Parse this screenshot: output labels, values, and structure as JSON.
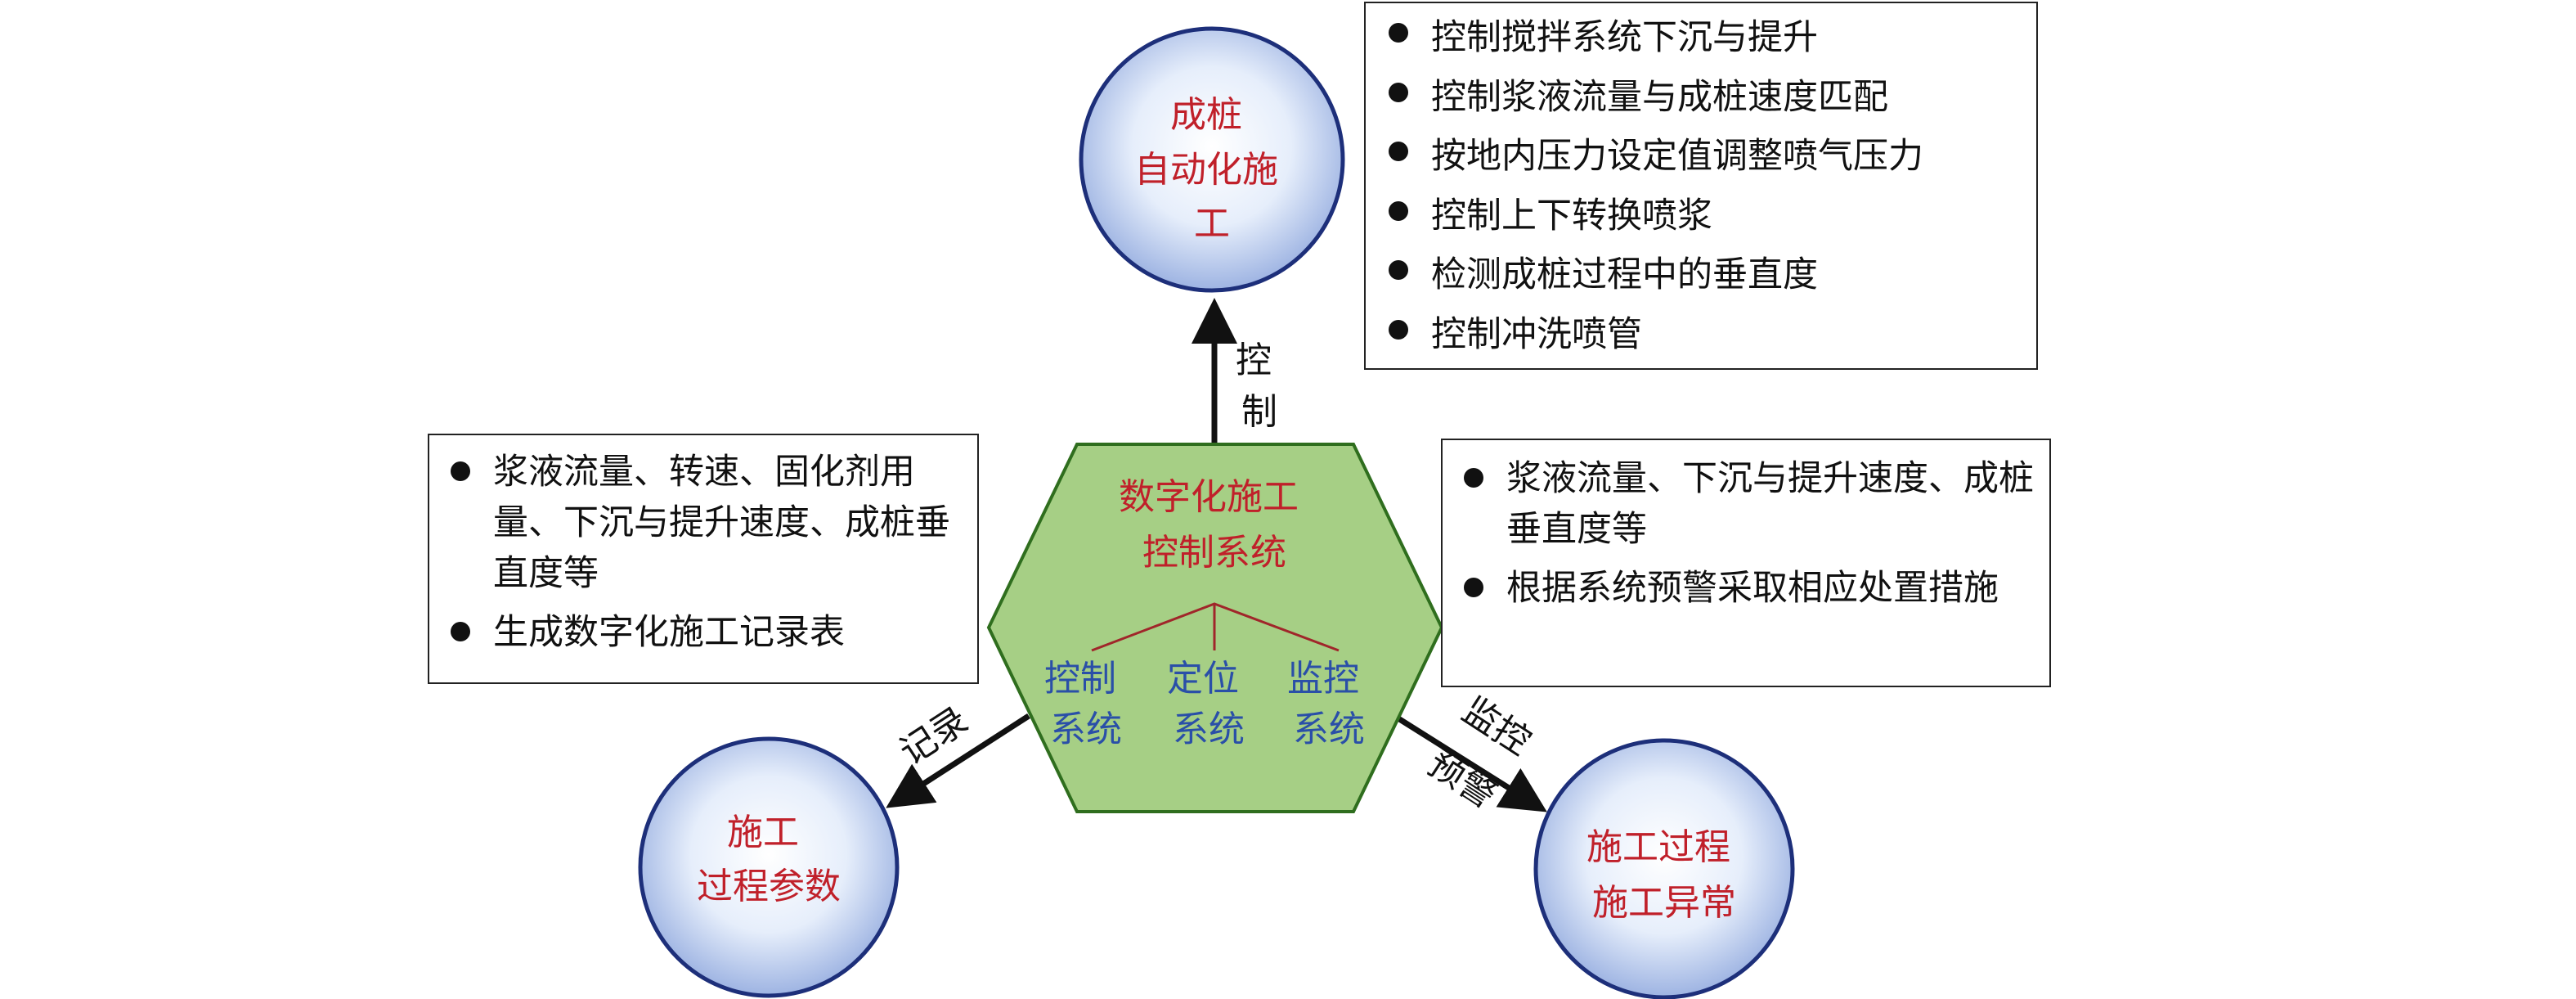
{
  "hub": {
    "title_lines": [
      "数字化施工",
      "控制系统"
    ],
    "subsystems": [
      {
        "lines": [
          "控制",
          "系统"
        ]
      },
      {
        "lines": [
          "定位",
          "系统"
        ]
      },
      {
        "lines": [
          "监控",
          "系统"
        ]
      }
    ]
  },
  "nodes": {
    "top": {
      "lines": [
        "成桩",
        "自动化施",
        "工"
      ]
    },
    "bottom_left": {
      "lines": [
        "施工",
        "过程参数"
      ]
    },
    "bottom_right": {
      "lines": [
        "施工过程",
        "施工异常"
      ]
    }
  },
  "edge_labels": {
    "top": [
      "控",
      "制"
    ],
    "bottom_left": "记录",
    "bottom_right": [
      "监控",
      "预警"
    ]
  },
  "boxes": {
    "top": {
      "items": [
        "控制搅拌系统下沉与提升",
        "控制浆液流量与成桩速度匹配",
        "按地内压力设定值调整喷气压力",
        "控制上下转换喷浆",
        "检测成桩过程中的垂直度",
        "控制冲洗喷管"
      ]
    },
    "left": {
      "items": [
        "浆液流量、转速、固化剂用量、下沉与提升速度、成桩垂直度等",
        "生成数字化施工记录表"
      ]
    },
    "right": {
      "items": [
        "浆液流量、下沉与提升速度、成桩垂直度等",
        "根据系统预警采取相应处置措施"
      ]
    }
  },
  "colors": {
    "node_label": "#c0202a",
    "subsystem_label": "#2a4fa8",
    "hub_fill": "#a6cf85",
    "hub_stroke": "#2f6e1e",
    "circle_stroke": "#1d2f7a",
    "circle_center": "#ffffff",
    "circle_edge": "#9db3e2",
    "connector": "#a0262a"
  }
}
